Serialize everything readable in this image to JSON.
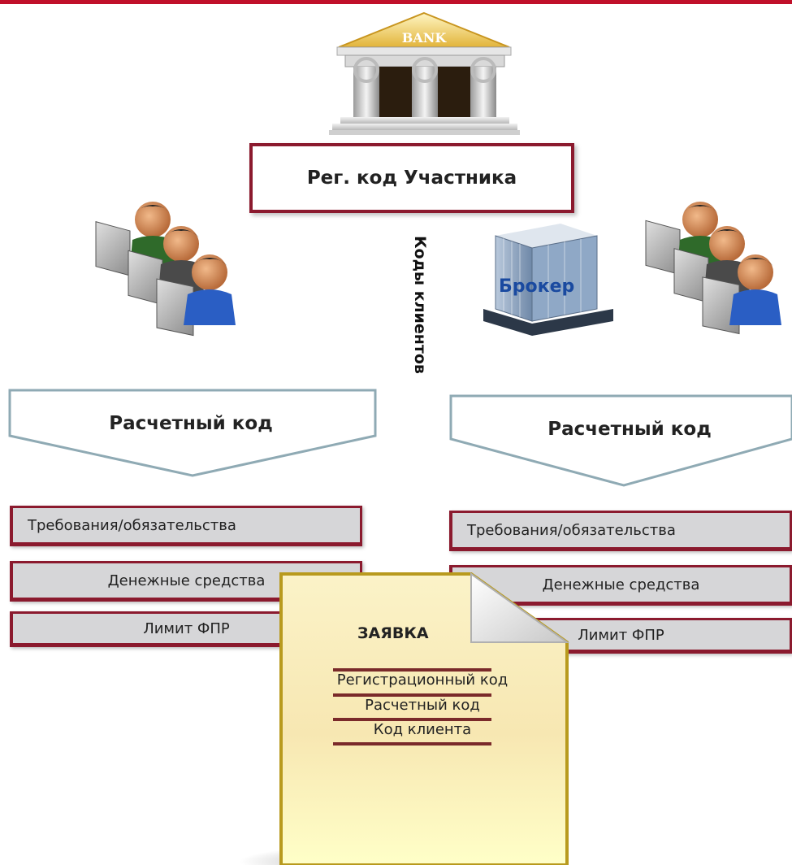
{
  "bank": {
    "sign": "BANK"
  },
  "participant_code": {
    "label": "Рег. код Участника"
  },
  "client_codes": {
    "label": "Коды клиентов"
  },
  "broker": {
    "label": "Брокер"
  },
  "left": {
    "settlement": "Расчетный код",
    "items": [
      "Требования/обязательства",
      "Денежные средства",
      "Лимит ФПР"
    ]
  },
  "right": {
    "settlement": "Расчетный код",
    "items": [
      "Требования/обязательства",
      "Денежные средства",
      "Лимит ФПР"
    ]
  },
  "order": {
    "title": "ЗАЯВКА",
    "lines": [
      "Регистрационный код",
      "Расчетный код",
      "Код клиента"
    ]
  }
}
